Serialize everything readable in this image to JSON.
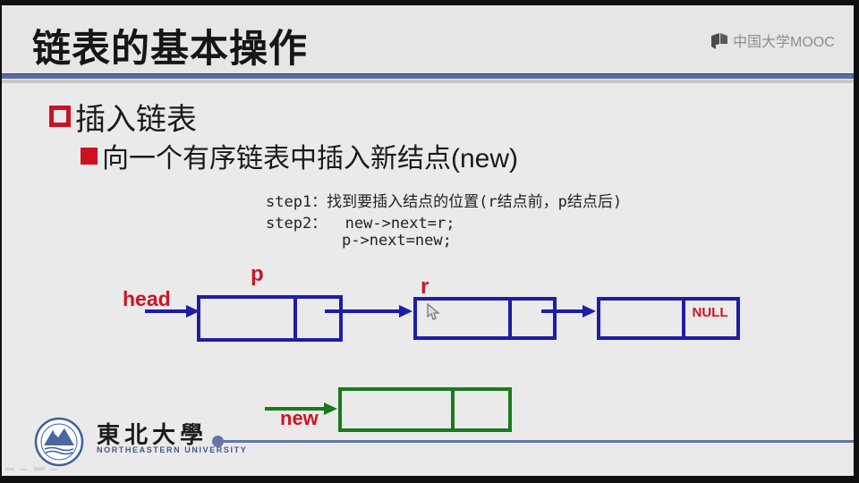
{
  "header": {
    "title": "链表的基本操作",
    "brand": "中国大学MOOC"
  },
  "bullets": [
    {
      "level": 1,
      "text": "插入链表"
    },
    {
      "level": 2,
      "text": "向一个有序链表中插入新结点(new)"
    }
  ],
  "steps": {
    "line1": "step1：找到要插入结点的位置(r结点前，p结点后)",
    "line2": "step2：  new->next=r;",
    "line3": "p->next=new;"
  },
  "diagram": {
    "head_label": "head",
    "nodes": [
      {
        "label": "p",
        "pointer_text": ""
      },
      {
        "label": "r",
        "pointer_text": ""
      },
      {
        "label": "",
        "pointer_text": "NULL"
      }
    ],
    "new_node": {
      "label": "new"
    },
    "colors": {
      "list_stroke": "#1d1da8",
      "new_stroke": "#1b7a1b",
      "label_red": "#cc1522"
    }
  },
  "footer": {
    "university_cn": "東北大學",
    "university_en": "NORTHEASTERN UNIVERSITY",
    "line_color": "#6476a6"
  },
  "theme": {
    "slide_bg": "#eaeaea",
    "accent_red": "#cc1122",
    "rule_blue": "#5a6da2",
    "frame_black": "#101010"
  }
}
